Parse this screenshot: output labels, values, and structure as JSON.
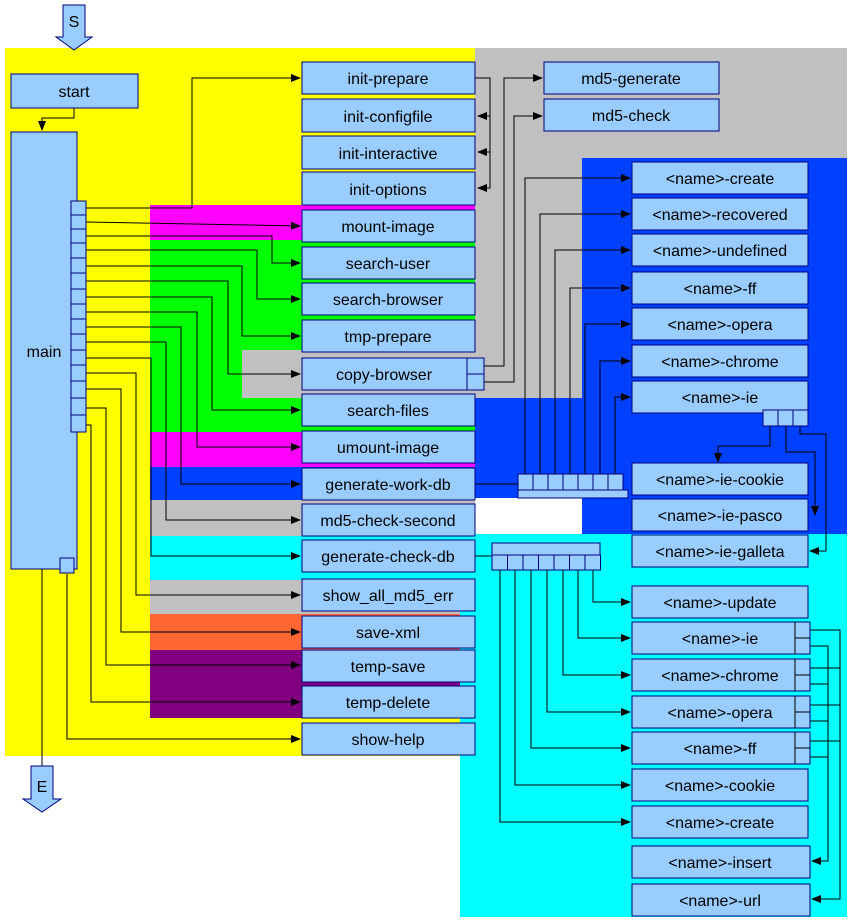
{
  "terminals": {
    "start": "S",
    "end": "E"
  },
  "region_colors": {
    "yellow": "#ffff00",
    "gray": "#c0c0c0",
    "blue": "#0040ff",
    "magenta": "#ff00ff",
    "green": "#00ff00",
    "cyan": "#00ffff",
    "orange": "#ff6633",
    "purple": "#800080",
    "box_fill": "#99ccff",
    "box_stroke": "#000080"
  },
  "nodes": {
    "start": "start",
    "main": "main",
    "init_prepare": "init-prepare",
    "init_configfile": "init-configfile",
    "init_interactive": "init-interactive",
    "init_options": "init-options",
    "mount_image": "mount-image",
    "search_user": "search-user",
    "search_browser": "search-browser",
    "tmp_prepare": "tmp-prepare",
    "copy_browser": "copy-browser",
    "search_files": "search-files",
    "umount_image": "umount-image",
    "generate_work_db": "generate-work-db",
    "md5_check_second": "md5-check-second",
    "generate_check_db": "generate-check-db",
    "show_all_md5_err": "show_all_md5_err",
    "save_xml": "save-xml",
    "temp_save": "temp-save",
    "temp_delete": "temp-delete",
    "show_help": "show-help",
    "md5_generate": "md5-generate",
    "md5_check": "md5-check",
    "work_create": "<name>-create",
    "work_recovered": "<name>-recovered",
    "work_undefined": "<name>-undefined",
    "work_ff": "<name>-ff",
    "work_opera": "<name>-opera",
    "work_chrome": "<name>-chrome",
    "work_ie": "<name>-ie",
    "ie_cookie": "<name>-ie-cookie",
    "ie_pasco": "<name>-ie-pasco",
    "ie_galleta": "<name>-ie-galleta",
    "check_update": "<name>-update",
    "check_ie": "<name>-ie",
    "check_chrome": "<name>-chrome",
    "check_opera": "<name>-opera",
    "check_ff": "<name>-ff",
    "check_cookie": "<name>-cookie",
    "check_create": "<name>-create",
    "check_insert": "<name>-insert",
    "check_url": "<name>-url"
  }
}
